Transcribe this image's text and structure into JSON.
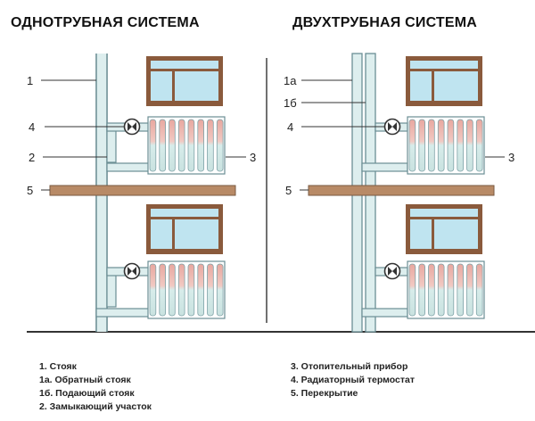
{
  "titles": {
    "left": "ОДНОТРУБНАЯ СИСТЕМА",
    "right": "ДВУХТРУБНАЯ СИСТЕМА"
  },
  "callouts": {
    "left": {
      "riser": "1",
      "bypass": "2",
      "radiator": "3",
      "thermostat": "4",
      "floor": "5"
    },
    "right": {
      "return_riser": "1а",
      "supply_riser": "1б",
      "radiator": "3",
      "thermostat": "4",
      "floor": "5"
    }
  },
  "legend": {
    "left": [
      "1.   Стояк",
      "1а. Обратный стояк",
      "1б. Подающий стояк",
      "2.  Замыкающий участок"
    ],
    "right": [
      "3. Отопительный прибор",
      "4. Радиаторный термостат",
      "5. Перекрытие"
    ]
  },
  "colors": {
    "pipe_fill": "#ddeeee",
    "pipe_stroke": "#6b8e94",
    "radiator_hot": "#e3a7a0",
    "radiator_cold": "#cfe6e4",
    "window_frame": "#8a5a3c",
    "window_glass": "#bfe4f0",
    "floor_slab": "#b88a66",
    "callout_line": "#333333"
  }
}
